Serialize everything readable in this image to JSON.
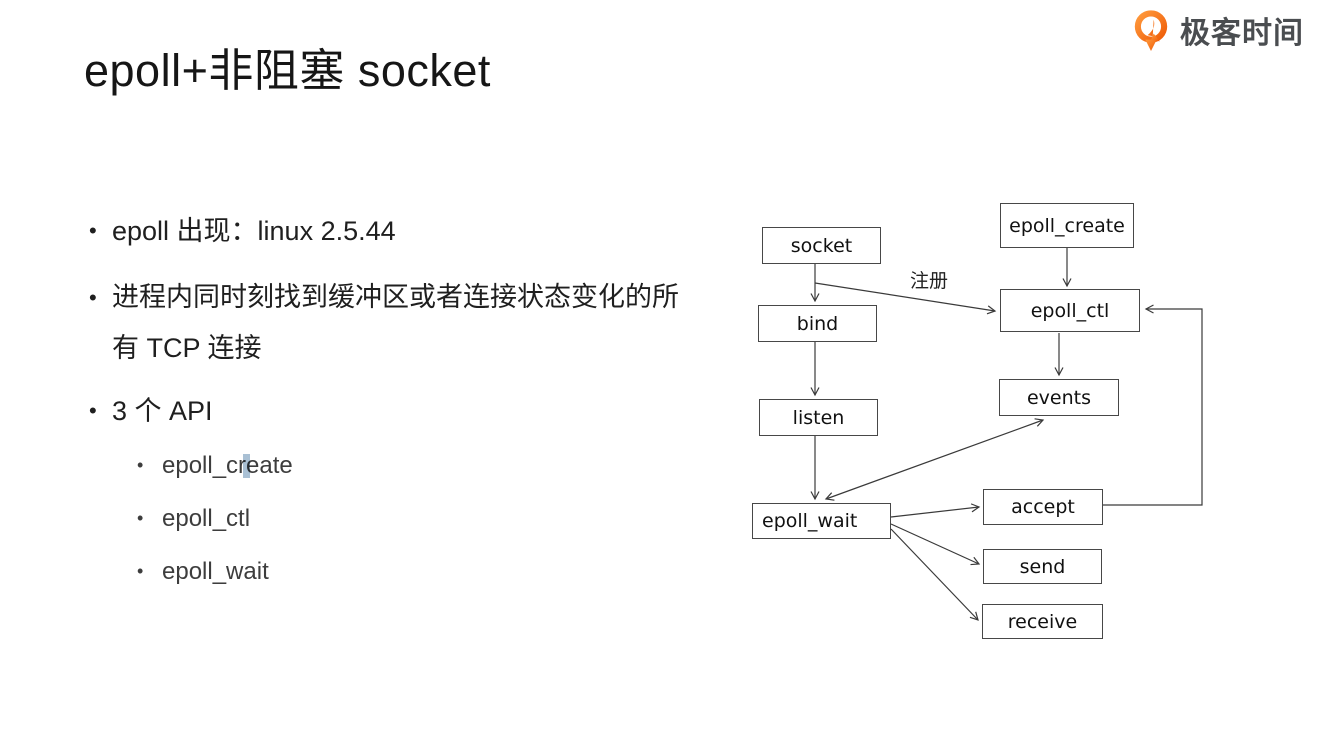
{
  "header": {
    "logo_text": "极客时间",
    "logo_color": "#f26b1d"
  },
  "slide": {
    "title": "epoll+非阻塞 socket"
  },
  "bullets": {
    "item1": "epoll 出现：linux 2.5.44",
    "item2": "进程内同时刻找到缓冲区或者连接状态变化的所有 TCP 连接",
    "item3": "3 个 API",
    "sub": {
      "item1": "epoll_create",
      "item2": "epoll_ctl",
      "item3": "epoll_wait"
    }
  },
  "diagram": {
    "nodes": {
      "socket": "socket",
      "epoll_create": "epoll_create",
      "bind": "bind",
      "epoll_ctl": "epoll_ctl",
      "listen": "listen",
      "events": "events",
      "epoll_wait": "epoll_wait",
      "accept": "accept",
      "send": "send",
      "receive": "receive"
    },
    "edge_label": "注册",
    "edges": [
      {
        "from": "socket",
        "to": "bind"
      },
      {
        "from": "socket",
        "to": "epoll_ctl",
        "label": "注册"
      },
      {
        "from": "epoll_create",
        "to": "epoll_ctl"
      },
      {
        "from": "epoll_ctl",
        "to": "events"
      },
      {
        "from": "bind",
        "to": "listen"
      },
      {
        "from": "listen",
        "to": "epoll_wait"
      },
      {
        "from": "epoll_wait",
        "to": "events",
        "bidirectional": true
      },
      {
        "from": "epoll_wait",
        "to": "accept"
      },
      {
        "from": "epoll_wait",
        "to": "send"
      },
      {
        "from": "epoll_wait",
        "to": "receive"
      },
      {
        "from": "accept",
        "to": "epoll_ctl"
      }
    ]
  }
}
